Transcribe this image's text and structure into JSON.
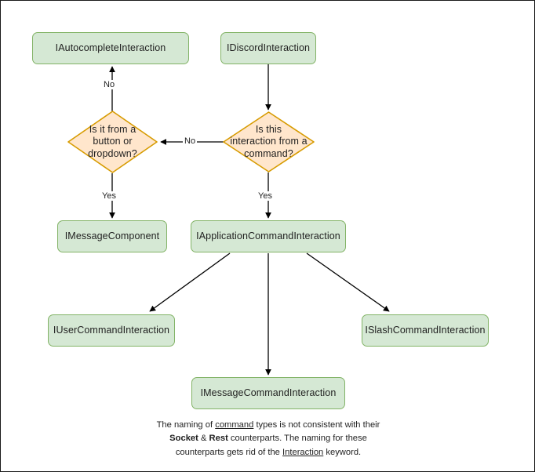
{
  "diagram": {
    "title": "Discord Interaction Type Hierarchy Flowchart",
    "colors": {
      "process_fill": "#d5e8d4",
      "process_stroke": "#82b366",
      "decision_fill": "#ffe6cc",
      "decision_stroke": "#d79b00",
      "edge_stroke": "#000000",
      "text": "#1f1f1f",
      "frame": "#1a1a1a",
      "background": "#ffffff"
    },
    "nodes": [
      {
        "id": "autocomplete",
        "label": "IAutocompleteInteraction",
        "shape": "process"
      },
      {
        "id": "discord",
        "label": "IDiscordInteraction",
        "shape": "process"
      },
      {
        "id": "decision_button",
        "label": "Is it from a\nbutton or\ndropdown?",
        "shape": "decision"
      },
      {
        "id": "decision_command",
        "label": "Is this\ninteraction from a\ncommand?",
        "shape": "decision"
      },
      {
        "id": "messagecomponent",
        "label": "IMessageComponent",
        "shape": "process"
      },
      {
        "id": "appcommand",
        "label": "IApplicationCommandInteraction",
        "shape": "process"
      },
      {
        "id": "usercommand",
        "label": "IUserCommandInteraction",
        "shape": "process"
      },
      {
        "id": "slashcommand",
        "label": "ISlashCommandInteraction",
        "shape": "process"
      },
      {
        "id": "messagecommand",
        "label": "IMessageCommandInteraction",
        "shape": "process"
      }
    ],
    "decision_lines": {
      "button_l1": "Is it from a",
      "button_l2": "button or",
      "button_l3": "dropdown?",
      "command_l1": "Is this",
      "command_l2": "interaction from a",
      "command_l3": "command?"
    },
    "edges": [
      {
        "from": "discord",
        "to": "decision_command",
        "label": ""
      },
      {
        "from": "decision_command",
        "to": "decision_button",
        "label": "No"
      },
      {
        "from": "decision_command",
        "to": "appcommand",
        "label": "Yes"
      },
      {
        "from": "decision_button",
        "to": "autocomplete",
        "label": "No"
      },
      {
        "from": "decision_button",
        "to": "messagecomponent",
        "label": "Yes"
      },
      {
        "from": "appcommand",
        "to": "usercommand",
        "label": ""
      },
      {
        "from": "appcommand",
        "to": "messagecommand",
        "label": ""
      },
      {
        "from": "appcommand",
        "to": "slashcommand",
        "label": ""
      }
    ],
    "edge_labels": {
      "no_up": "No",
      "no_left": "No",
      "yes_left": "Yes",
      "yes_right": "Yes"
    },
    "caption": {
      "line1_a": "The naming of ",
      "line1_u": "command",
      "line1_b": " types is not consistent with their",
      "line2_a": "",
      "line2_b1": "Socket",
      "line2_mid": " & ",
      "line2_b2": "Rest",
      "line2_c": " counterparts. The naming for these",
      "line3_a": "counterparts gets rid of the ",
      "line3_u": "Interaction",
      "line3_b": " keyword."
    }
  }
}
